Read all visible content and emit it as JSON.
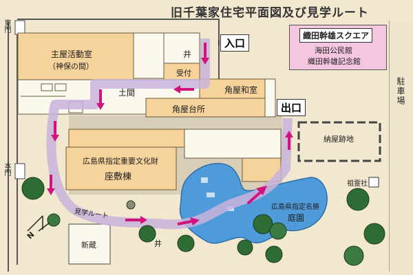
{
  "map": {
    "title": "旧千葉家住宅平面図及び見学ルート",
    "square": {
      "name": "織田幹雄スクエア",
      "line1": "海田公民館",
      "line2": "織田幹雄記念館"
    },
    "entrance": "入口",
    "exit": "出口",
    "parking": "駐車場",
    "east_gate": "東門",
    "main_gate": "本門",
    "rooms": {
      "omoya": "主屋活動室",
      "omoya_sub": "（神保の間）",
      "uketsuke": "受付",
      "doma": "土間",
      "sumiya_washitsu": "角屋和室",
      "sumiya_daidokoro": "角屋台所",
      "zashiki_heading": "広島県指定重要文化財",
      "zashiki": "座敷棟",
      "nagaya": "納屋跡地",
      "shingura": "新蔵",
      "soreisha": "祖霊社",
      "garden_heading": "広島県指定名勝",
      "garden": "庭園",
      "route": "見学ルート",
      "well_mark": "井"
    },
    "north_mark": "N",
    "colors": {
      "route": "#c8b3dc",
      "arrow": "#d3137d",
      "building": "#f5d39a",
      "water": "#4f9ad9",
      "square": "#f5c6e0"
    }
  }
}
